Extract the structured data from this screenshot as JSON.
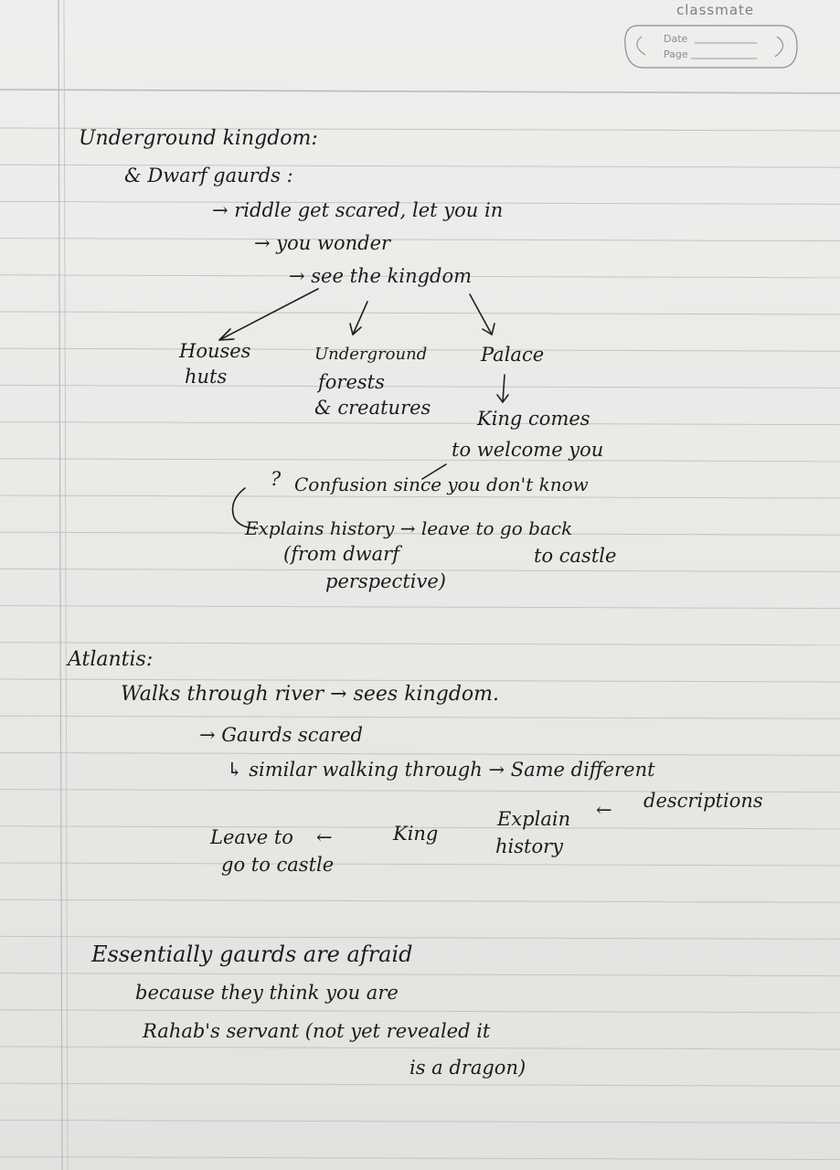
{
  "header": {
    "brand": "classmate",
    "date_label": "Date",
    "page_label": "Page"
  },
  "notes": {
    "l1": "Underground kingdom:",
    "l2": "& Dwarf gaurds :",
    "l3": "→ riddle get scared, let you in",
    "l4": "→ you wonder",
    "l5": "→ see the kingdom",
    "b1a": "Houses",
    "b1b": "huts",
    "b2a": "Underground",
    "b2b": "forests",
    "b2c": "& creatures",
    "b3": "Palace",
    "k1": "King comes",
    "k2": "to welcome you",
    "q": "?",
    "conf": "Confusion since you don't know",
    "expl": "Explains history → leave to go back",
    "from1": "(from dwarf",
    "to_castle": "to castle",
    "persp": "perspective)",
    "atl": "Atlantis:",
    "walk": "Walks through river → sees kingdom.",
    "gs": "→ Gaurds scared",
    "sim": "↳ similar walking through → Same different",
    "desc": "descriptions",
    "exp1": "Explain",
    "exp2": "history",
    "lv1": "Leave to",
    "lv2": "go to castle",
    "king": "King",
    "ess1": "Essentially gaurds are afraid",
    "ess2": "because they think you are",
    "ess3": "Rahab's servant (not yet revealed it",
    "ess4": "is a dragon)"
  }
}
